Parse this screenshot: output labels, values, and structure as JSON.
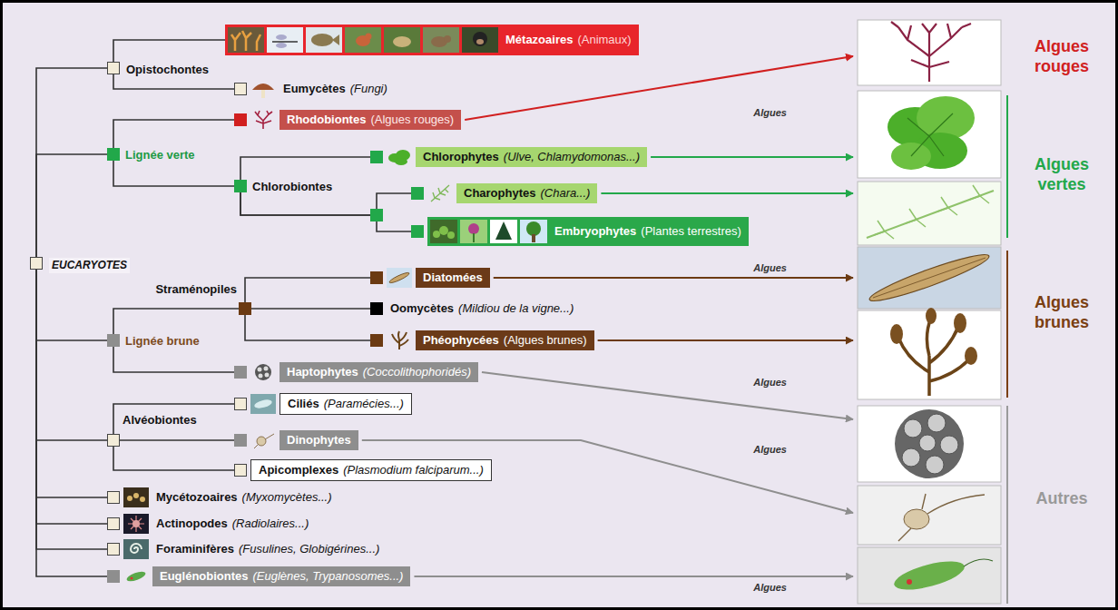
{
  "diagram": {
    "nodes": [
      {
        "text": [
          "Métazoaires",
          "(Animaux)"
        ]
      },
      {
        "text": [
          "Opistochontes"
        ]
      },
      {
        "text": [
          "Eumycètes",
          "(Fungi)"
        ]
      },
      {
        "text": [
          "Algues"
        ]
      },
      {
        "text": [
          "Rhodobiontes",
          "(Algues rouges)"
        ],
        "in": 3
      },
      {
        "text": [
          "Lignée verte"
        ],
        "in": 3
      },
      {
        "text": [
          "Chlorophytes",
          "(Ulve, Chlamydomonas...)"
        ],
        "in": 3
      },
      {
        "text": [
          "Chlorobiontes"
        ],
        "in": 3
      },
      {
        "text": [
          "Charophytes",
          "(Chara...)"
        ],
        "in": 3
      },
      {
        "text": [
          "Embryophytes",
          "(Plantes terrestres)"
        ],
        "in": 3
      },
      {
        "text": [
          "EUCARYOTES"
        ]
      },
      {
        "text": [
          "Algues",
          "Algues"
        ]
      },
      {
        "text": [
          "Diatomées"
        ],
        "in": 11
      },
      {
        "text": [
          "Straménopiles"
        ],
        "in": 11
      },
      {
        "text": [
          "Oomycètes",
          "(Mildiou de la vigne...)"
        ]
      },
      {
        "text": [
          "Lignée brune"
        ],
        "in": 11
      },
      {
        "text": [
          "Phéophycées",
          "(Algues brunes)"
        ],
        "in": 11
      },
      {
        "text": [
          "Haptophytes",
          "(Coccolithophoridés)"
        ],
        "in": 11
      },
      {
        "text": [
          "Ciliés",
          "(Paramécies...)"
        ]
      },
      {
        "text": [
          "Alvéobiontes"
        ]
      },
      {
        "text": [
          "Algues"
        ]
      },
      {
        "text": [
          "Dinophytes"
        ],
        "in": 20
      },
      {
        "text": [
          "Apicomplexes",
          "(Plasmodium falciparum...)"
        ]
      },
      {
        "text": [
          "Mycétozoaires",
          "(Myxomycètes...)"
        ]
      },
      {
        "text": [
          "Actinopodes",
          "(Radiolaires...)"
        ]
      },
      {
        "text": [
          "Foraminifères",
          "(Fusulines, Globigérines...)"
        ]
      },
      {
        "text": [
          "Algues"
        ]
      },
      {
        "text": [
          "Euglénobiontes",
          "(Euglènes, Trypanosomes...)"
        ],
        "in": 26
      }
    ],
    "edges": [
      {
        "from": 10,
        "to": 1,
        "arrow": "none"
      },
      {
        "from": 10,
        "to": 5,
        "arrow": "none"
      },
      {
        "from": 10,
        "to": 15,
        "arrow": "none"
      },
      {
        "from": 10,
        "to": 19,
        "arrow": "none"
      },
      {
        "from": 10,
        "to": 23,
        "arrow": "none"
      },
      {
        "from": 10,
        "to": 24,
        "arrow": "none"
      },
      {
        "from": 10,
        "to": 25,
        "arrow": "none"
      },
      {
        "from": 10,
        "to": 27,
        "arrow": "none"
      },
      {
        "from": 1,
        "to": 0,
        "arrow": "none"
      },
      {
        "from": 1,
        "to": 2,
        "arrow": "none"
      },
      {
        "from": 5,
        "to": 4,
        "arrow": "none"
      },
      {
        "from": 5,
        "to": 7,
        "arrow": "none"
      },
      {
        "from": 7,
        "to": 6,
        "arrow": "none"
      },
      {
        "from": 7,
        "to": 8,
        "arrow": "none"
      },
      {
        "from": 7,
        "to": 9,
        "arrow": "none"
      },
      {
        "from": 15,
        "to": 13,
        "arrow": "none"
      },
      {
        "from": 15,
        "to": 17,
        "arrow": "none"
      },
      {
        "from": 13,
        "to": 12,
        "arrow": "none"
      },
      {
        "from": 13,
        "to": 14,
        "arrow": "none"
      },
      {
        "from": 13,
        "to": 16,
        "arrow": "none"
      },
      {
        "from": 19,
        "to": 18,
        "arrow": "none"
      },
      {
        "from": 19,
        "to": 21,
        "arrow": "none"
      },
      {
        "from": 19,
        "to": 22,
        "arrow": "none"
      }
    ],
    "labels": [
      "Algues rouges",
      "Algues vertes",
      "Algues brunes",
      "Autres"
    ]
  }
}
